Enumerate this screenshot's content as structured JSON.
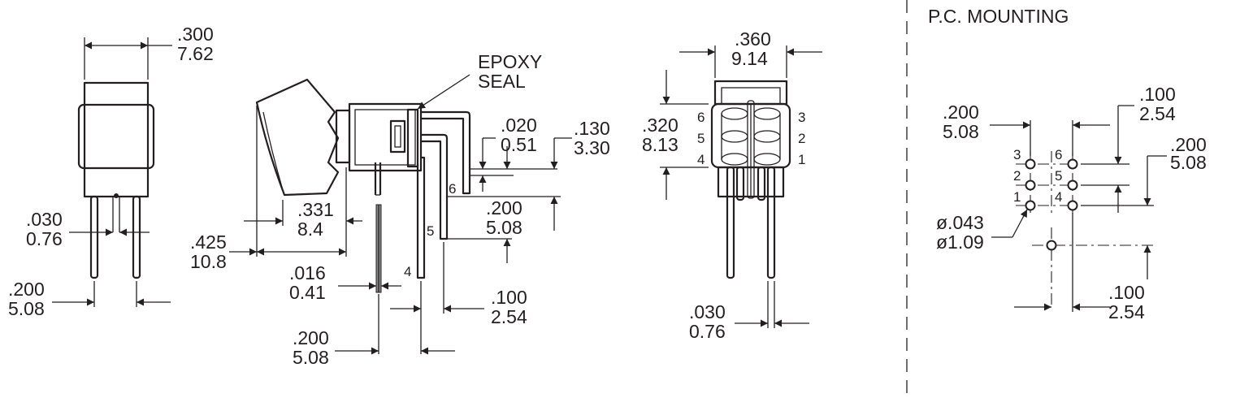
{
  "side_view": {
    "width_in": ".300",
    "width_mm": "7.62",
    "pin_dia_in": ".030",
    "pin_dia_mm": "0.76",
    "pin_spacing_in": ".200",
    "pin_spacing_mm": "5.08"
  },
  "angle_view": {
    "seal_line1": "EPOXY",
    "seal_line2": "SEAL",
    "thickness_in": ".020",
    "thickness_mm": "0.51",
    "height_in": ".130",
    "height_mm": "3.30",
    "rocker_in": ".331",
    "rocker_mm": "8.4",
    "overall_in": ".425",
    "overall_mm": "10.8",
    "leg_step_in": ".200",
    "leg_step_mm": "5.08",
    "wire_in": ".016",
    "wire_mm": "0.41",
    "leg_pitch_in": ".100",
    "leg_pitch_mm": "2.54",
    "bottom_in": ".200",
    "bottom_mm": "5.08",
    "pin_6": "6",
    "pin_5": "5",
    "pin_4": "4"
  },
  "end_view": {
    "width_in": ".360",
    "width_mm": "9.14",
    "height_in": ".320",
    "height_mm": "8.13",
    "pin_dia_in": ".030",
    "pin_dia_mm": "0.76",
    "pins_left": [
      "6",
      "5",
      "4"
    ],
    "pins_right": [
      "3",
      "2",
      "1"
    ]
  },
  "pc_mounting": {
    "title": "P.C. MOUNTING",
    "row_pitch_in": ".100",
    "row_pitch_mm": "2.54",
    "col_spacing_in": ".200",
    "col_spacing_mm": "5.08",
    "row_span_in": ".200",
    "row_span_mm": "5.08",
    "hole_dia_in": "ø.043",
    "hole_dia_mm": "ø1.09",
    "offset_in": ".100",
    "offset_mm": "2.54",
    "left_labels": [
      "3",
      "2",
      "1"
    ],
    "right_labels": [
      "6",
      "5",
      "4"
    ]
  }
}
